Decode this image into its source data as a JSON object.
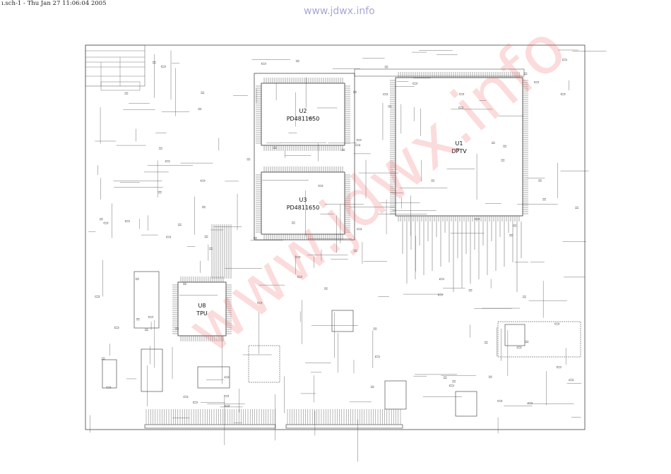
{
  "header": {
    "text": "ı.sch-1 - Thu Jan 27 11:06:04 2005"
  },
  "watermark_top": "www.jdwx.info",
  "watermark_diagonal": "www.jdwx.info",
  "chips": [
    {
      "ref": "U2",
      "part": "PD4811650"
    },
    {
      "ref": "U3",
      "part": "PD4811650"
    },
    {
      "ref": "U1",
      "part": "DPTV"
    },
    {
      "ref": "U8",
      "part": "TPU"
    }
  ],
  "colors": {
    "line": "#333333",
    "watermark": "#eb5a5a"
  }
}
